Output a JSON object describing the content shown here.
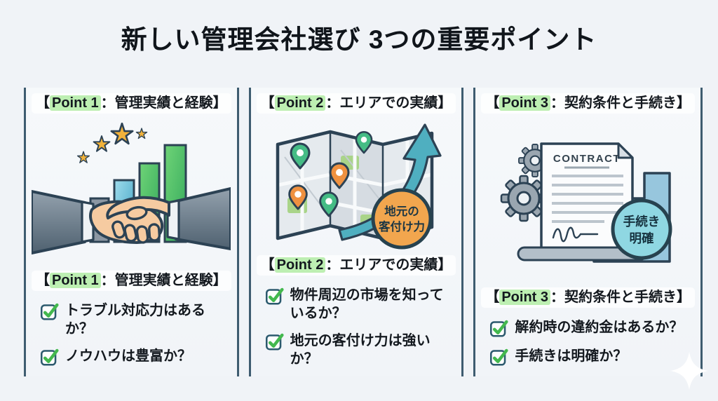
{
  "title": "新しい管理会社選び 3つの重要ポイント",
  "colors": {
    "background": "#f0f3f7",
    "divider_navy": "#3e5c70",
    "text": "#14191f",
    "point_highlight_green": "#bdefb2",
    "check_green": "#43b84e",
    "checkbox_border": "#2c5a6e",
    "badge_orange": "#f2a64e",
    "badge_light_blue": "#8fd7e2",
    "star_gold": "#f1b23a"
  },
  "columns": [
    {
      "header": {
        "open": "【",
        "point": "Point 1",
        "colon": "：",
        "topic": "管理実績と経験",
        "close": "】"
      },
      "checklist": [
        {
          "label": "トラブル対応力はあるか？"
        },
        {
          "label": "ノウハウは豊富か？"
        }
      ]
    },
    {
      "header": {
        "open": "【",
        "point": "Point 2",
        "colon": "：",
        "topic": "エリアでの実績",
        "close": "】"
      },
      "illustration": {
        "badge_line1": "地元の",
        "badge_line2": "客付け力"
      },
      "checklist": [
        {
          "label": "物件周辺の市場を知っているか？"
        },
        {
          "label": "地元の客付け力は強いか？"
        }
      ]
    },
    {
      "header": {
        "open": "【",
        "point": "Point 3",
        "colon": "：",
        "topic": "契約条件と手続き",
        "close": "】"
      },
      "illustration": {
        "document_title": "CONTRACT",
        "badge_line1": "手続き",
        "badge_line2": "明確"
      },
      "checklist": [
        {
          "label": "解約時の違約金はあるか？"
        },
        {
          "label": "手続きは明確か？"
        }
      ]
    }
  ]
}
